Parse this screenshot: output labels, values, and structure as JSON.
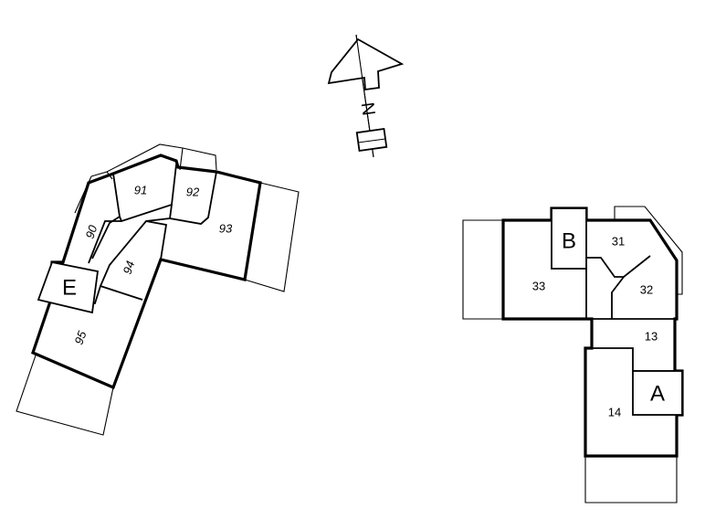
{
  "north_arrow": {
    "letter": "N"
  },
  "left_building": {
    "rooms": {
      "r90": "90",
      "r91": "91",
      "r92": "92",
      "r93": "93",
      "r94": "94",
      "r95": "95"
    },
    "entrance": "E"
  },
  "right_building": {
    "rooms": {
      "r31": "31",
      "r32": "32",
      "r33": "33",
      "r13": "13",
      "r14": "14"
    },
    "entrances": {
      "a": "A",
      "b": "B"
    }
  }
}
